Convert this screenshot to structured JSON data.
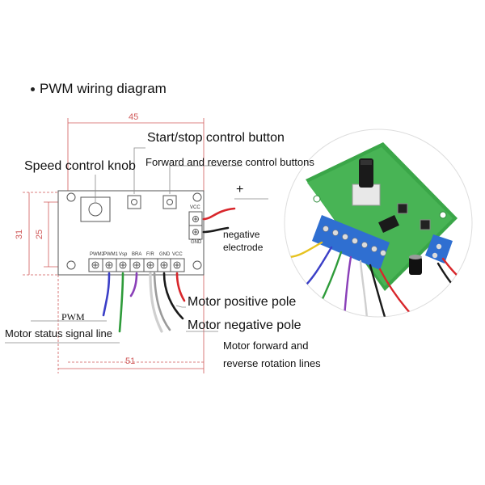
{
  "title": "PWM wiring diagram",
  "dimensions": {
    "width": "45",
    "height_outer": "31",
    "height_inner": "25",
    "bottom_width": "51"
  },
  "labels": {
    "start_stop": "Start/stop control button",
    "speed_knob": "Speed control knob",
    "fwd_rev_buttons": "Forward and reverse control buttons",
    "plus": "+",
    "negative": "negative",
    "electrode": "electrode",
    "pwm": "PWM",
    "motor_status": "Motor status signal line",
    "motor_pos": "Motor positive pole",
    "motor_neg": "Motor negative pole",
    "motor_fr_1": "Motor forward and",
    "motor_fr_2": "reverse rotation lines"
  },
  "terminals": [
    "PWM2",
    "PWM1",
    "Vsp",
    "BRA",
    "F/R",
    "GND",
    "VCC"
  ],
  "power_terminals": [
    "VCC",
    "GND"
  ],
  "colors": {
    "dim_line": "#d05a5a",
    "board_outline": "#555555",
    "pcb_green": "#3aa648",
    "terminal_blue": "#2f6fd1",
    "wire_blue": "#3b3fc7",
    "wire_green": "#2e9b3a",
    "wire_purple": "#8a3fb8",
    "wire_red": "#d8262b",
    "wire_black": "#1a1a1a",
    "wire_gray": "#bdbdbd"
  }
}
